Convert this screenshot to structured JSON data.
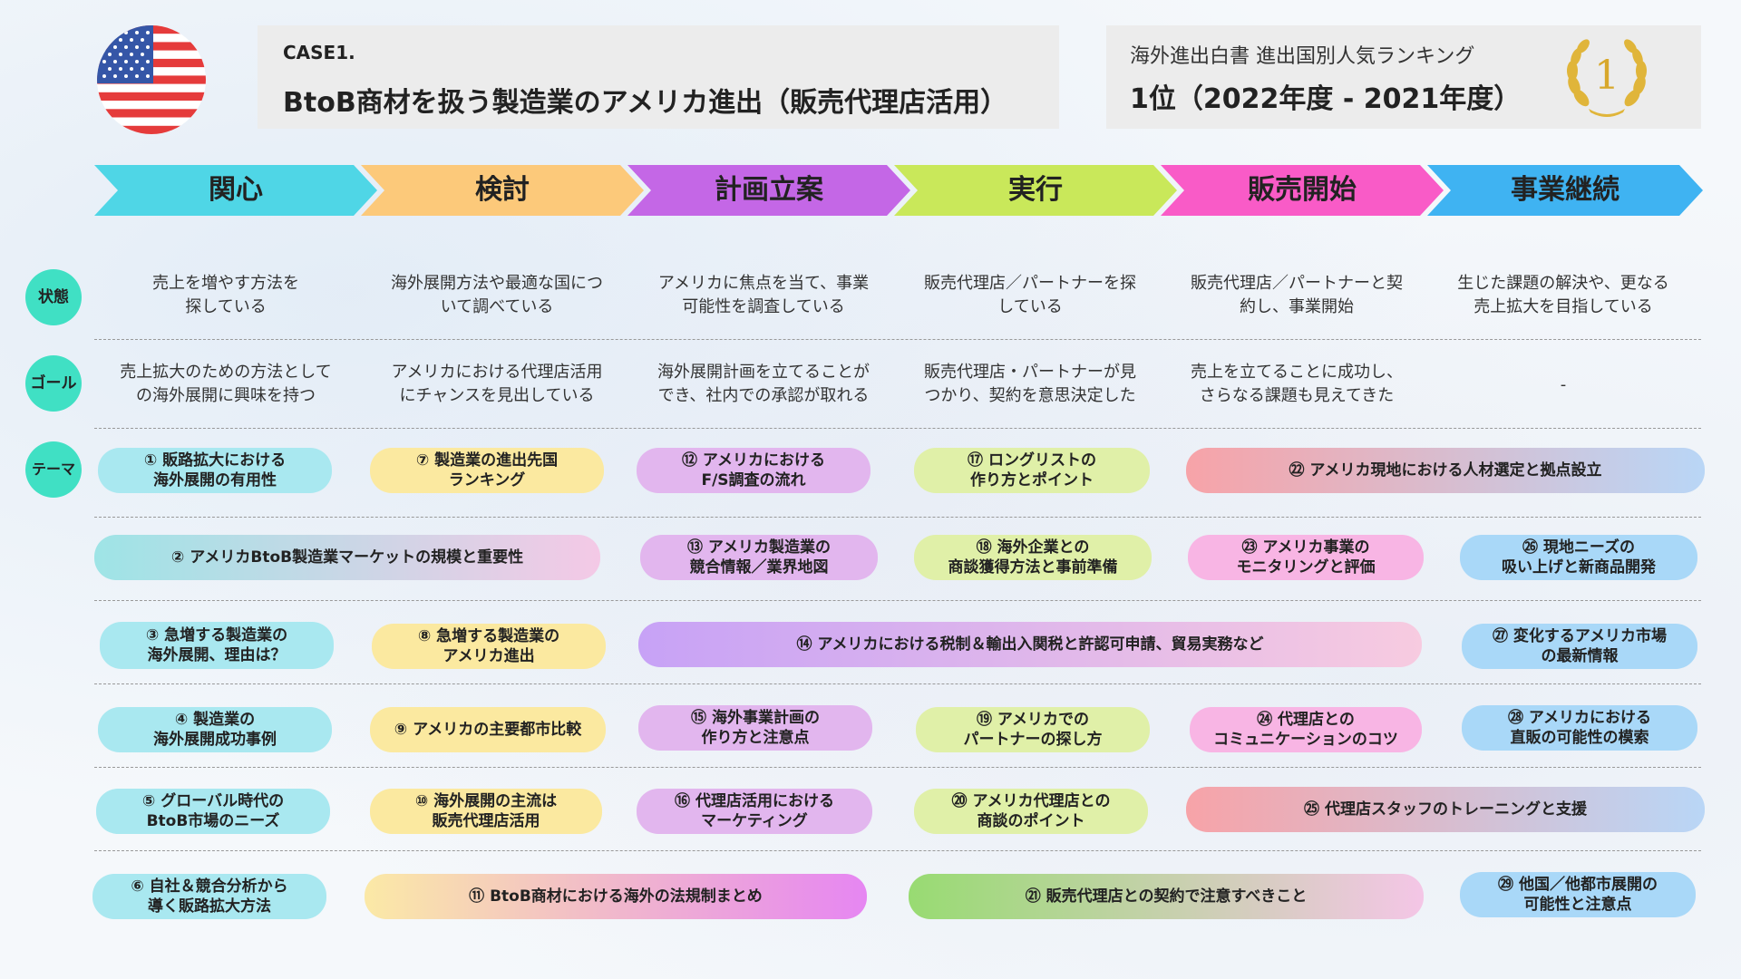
{
  "header": {
    "case_label": "CASE1.",
    "case_title": "BtoB商材を扱う製造業のアメリカ進出（販売代理店活用）",
    "ranking_label": "海外進出白書 進出国別人気ランキング",
    "ranking_value": "1位（2022年度 - 2021年度）",
    "medal_number": "1",
    "flag_icon": "usa-flag-icon"
  },
  "stages": [
    {
      "label": "関心",
      "color": "#4fd6e6"
    },
    {
      "label": "検討",
      "color": "#fcc97a"
    },
    {
      "label": "計画立案",
      "color": "#c467e6"
    },
    {
      "label": "実行",
      "color": "#c9e85a"
    },
    {
      "label": "販売開始",
      "color": "#f95bc7"
    },
    {
      "label": "事業継続",
      "color": "#3fb3f2"
    }
  ],
  "rows": {
    "status": {
      "label": "状態",
      "cells": [
        "売上を増やす方法を\n探している",
        "海外展開方法や最適な国につ\nいて調べている",
        "アメリカに焦点を当て、事業\n可能性を調査している",
        "販売代理店／パートナーを探\nしている",
        "販売代理店／パートナーと契\n約し、事業開始",
        "生じた課題の解決や、更なる\n売上拡大を目指している"
      ]
    },
    "goal": {
      "label": "ゴール",
      "cells": [
        "売上拡大のための方法として\nの海外展開に興味を持つ",
        "アメリカにおける代理店活用\nにチャンスを見出している",
        "海外展開計画を立てることが\nでき、社内での承認が取れる",
        "販売代理店・パートナーが見\nつかり、契約を意思決定した",
        "売上を立てることに成功し、\nさらなる課題も見えてきた",
        "-"
      ]
    },
    "theme": {
      "label": "テーマ"
    }
  },
  "themes": {
    "t1": "① 販路拡大における\n海外展開の有用性",
    "t2": "② アメリカBtoB製造業マーケットの規模と重要性",
    "t3": "③ 急増する製造業の\n海外展開、理由は？",
    "t4": "④ 製造業の\n海外展開成功事例",
    "t5": "⑤ グローバル時代の\nBtoB市場のニーズ",
    "t6": "⑥ 自社＆競合分析から\n導く販路拡大方法",
    "t7": "⑦ 製造業の進出先国\nランキング",
    "t8": "⑧ 急増する製造業の\nアメリカ進出",
    "t9": "⑨ アメリカの主要都市比較",
    "t10": "⑩ 海外展開の主流は\n販売代理店活用",
    "t11": "⑪ BtoB商材における海外の法規制まとめ",
    "t12": "⑫ アメリカにおける\nF/S調査の流れ",
    "t13": "⑬ アメリカ製造業の\n競合情報／業界地図",
    "t14": "⑭ アメリカにおける税制＆輸出入関税と許認可申請、貿易実務など",
    "t15": "⑮ 海外事業計画の\n作り方と注意点",
    "t16": "⑯ 代理店活用における\nマーケティング",
    "t17": "⑰ ロングリストの\n作り方とポイント",
    "t18": "⑱ 海外企業との\n商談獲得方法と事前準備",
    "t19": "⑲ アメリカでの\nパートナーの探し方",
    "t20": "⑳ アメリカ代理店との\n商談のポイント",
    "t21": "㉑ 販売代理店との契約で注意すべきこと",
    "t22": "㉒ アメリカ現地における人材選定と拠点設立",
    "t23": "㉓ アメリカ事業の\nモニタリングと評価",
    "t24": "㉔ 代理店との\nコミュニケーションのコツ",
    "t25": "㉕ 代理店スタッフのトレーニングと支援",
    "t26": "㉖ 現地ニーズの\n吸い上げと新商品開発",
    "t27": "㉗ 変化するアメリカ市場\nの最新情報",
    "t28": "㉘ アメリカにおける\n直販の可能性の模索",
    "t29": "㉙ 他国／他都市展開の\n可能性と注意点"
  },
  "colors": {
    "row_label_bg": "#40e0c4",
    "header_box_bg": "#ececec"
  }
}
